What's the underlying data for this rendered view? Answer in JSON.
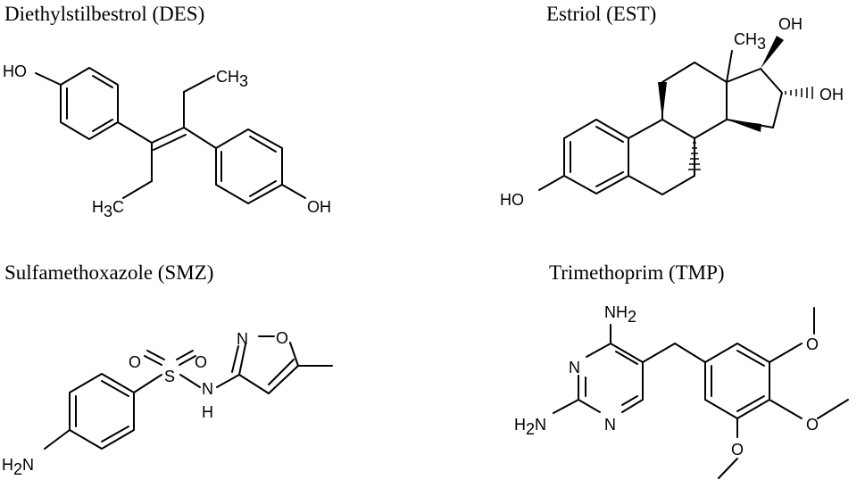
{
  "molecules": [
    {
      "title": "Diethylstilbestrol (DES)",
      "labels": {
        "ho": "HO",
        "ch3_top": "CH3",
        "ch3_bottom": "H3C",
        "oh": "OH"
      }
    },
    {
      "title": "Estriol (EST)",
      "labels": {
        "ch3": "CH3",
        "oh_top": "OH",
        "oh_right": "OH",
        "ho": "HO"
      }
    },
    {
      "title": "Sulfamethoxazole (SMZ)",
      "labels": {
        "o1": "O",
        "s": "S",
        "o2": "O",
        "n_top": "N",
        "o_ring": "O",
        "nh_n": "N",
        "nh_h": "H",
        "h2n": "H2N"
      }
    },
    {
      "title": "Trimethoprim (TMP)",
      "labels": {
        "nh2": "NH2",
        "n1": "N",
        "n2": "N",
        "h2n": "H2N",
        "o1": "O",
        "o2": "O",
        "o3": "O"
      }
    }
  ]
}
